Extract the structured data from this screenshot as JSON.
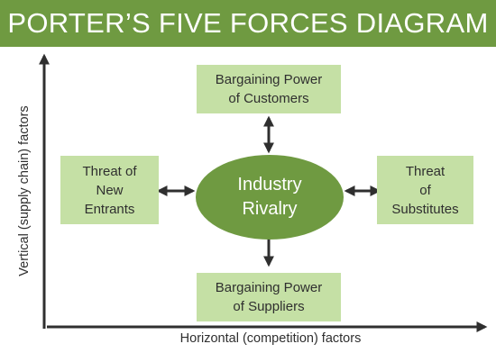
{
  "title": "PORTER’S FIVE FORCES DIAGRAM",
  "center": {
    "label": "Industry\nRivalry"
  },
  "forces": {
    "customers": "Bargaining Power\nof Customers",
    "suppliers": "Bargaining Power\nof Suppliers",
    "new_entrants": "Threat of\nNew\nEntrants",
    "substitutes": "Threat\nof\nSubstitutes"
  },
  "axes": {
    "horizontal": "Horizontal (competition) factors",
    "vertical": "Vertical (supply chain) factors"
  },
  "colors": {
    "dark_green": "#6f9a41",
    "light_green": "#c5e0a5",
    "arrow": "#2f2f2f"
  }
}
